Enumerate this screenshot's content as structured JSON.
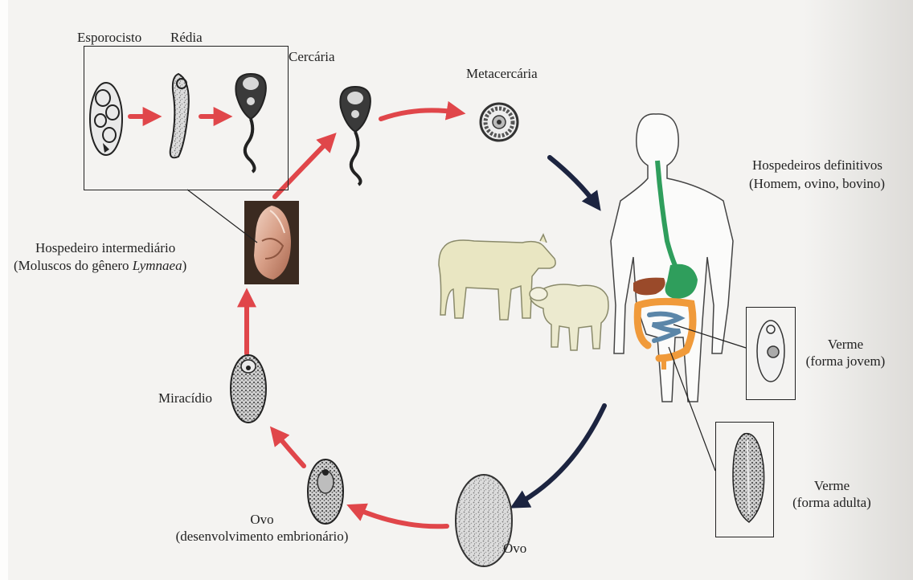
{
  "labels": {
    "esporocisto": "Esporocisto",
    "redia": "Rédia",
    "cercaria": "Cercária",
    "metacercaria": "Metacercária",
    "hospedeiros_definitivos": "Hospedeiros definitivos",
    "hospedeiros_definitivos_examples": "(Homem, ovino, bovino)",
    "hospedeiro_intermediario": "Hospedeiro intermediário",
    "moluscos_prefix": "(Moluscos do gênero ",
    "moluscos_genus": "Lymnaea",
    "moluscos_suffix": ")",
    "verme_jovem_line1": "Verme",
    "verme_jovem_line2": "(forma jovem)",
    "verme_adulta_line1": "Verme",
    "verme_adulta_line2": "(forma adulta)",
    "miracidio": "Miracídio",
    "ovo_emb_line1": "Ovo",
    "ovo_emb_line2": "(desenvolvimento embrionário)",
    "ovo": "Ovo"
  },
  "colors": {
    "red_arrow": "#e0464a",
    "navy_arrow": "#1c2440",
    "stomach_green": "#2f9e5c",
    "liver_brown": "#9a4a2a",
    "colon_orange": "#f09a3a",
    "intestine_blue": "#5b86a8",
    "snail": "#d9a58e",
    "cow": "#e9e6c2",
    "sheep": "#eceacf"
  }
}
